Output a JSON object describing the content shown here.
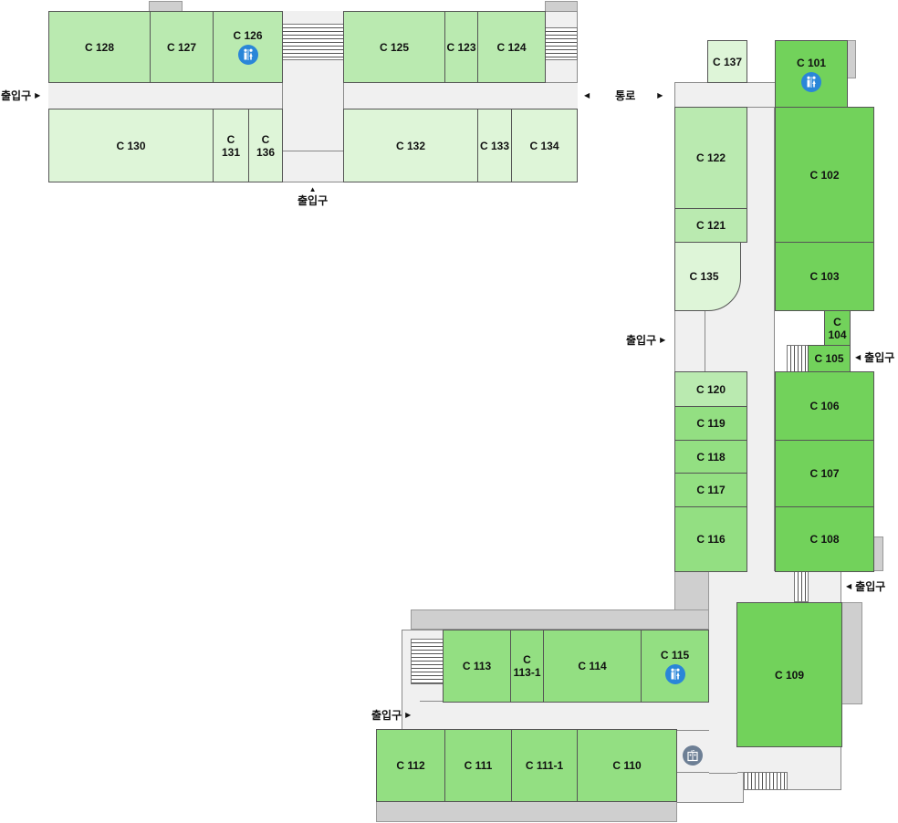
{
  "rooms": {
    "c128": "C 128",
    "c127": "C 127",
    "c126": "C 126",
    "c125": "C 125",
    "c123": "C 123",
    "c124": "C 124",
    "c130": "C 130",
    "c131": [
      "C",
      "131"
    ],
    "c136": [
      "C",
      "136"
    ],
    "c132": "C 132",
    "c133": "C 133",
    "c134": "C 134",
    "c137": "C 137",
    "c101": "C 101",
    "c122": "C 122",
    "c121": "C 121",
    "c135": "C 135",
    "c102": "C 102",
    "c103": "C 103",
    "c104": [
      "C",
      "104"
    ],
    "c105": "C 105",
    "c120": "C 120",
    "c119": "C 119",
    "c118": "C 118",
    "c117": "C 117",
    "c116": "C 116",
    "c106": "C 106",
    "c107": "C 107",
    "c108": "C 108",
    "c109": "C 109",
    "c113": "C 113",
    "c113_1": [
      "C",
      "113-1"
    ],
    "c114": "C 114",
    "c115": "C 115",
    "c112": "C 112",
    "c111": "C 111",
    "c111_1": "C 111-1",
    "c110": "C 110"
  },
  "labels": {
    "entrance": "출입구",
    "passage": "통로"
  },
  "colors": {
    "shade1": "#def5d8",
    "shade2": "#baeab0",
    "shade3": "#93df82",
    "shade4": "#72d25b",
    "restroom_icon": "#2a86d8",
    "elevator_icon": "#6d7f95",
    "corridor": "#f0f0f0",
    "service": "#cfcfcf"
  },
  "icons": {
    "restroom": "restroom-icon",
    "elevator": "elevator-icon"
  }
}
